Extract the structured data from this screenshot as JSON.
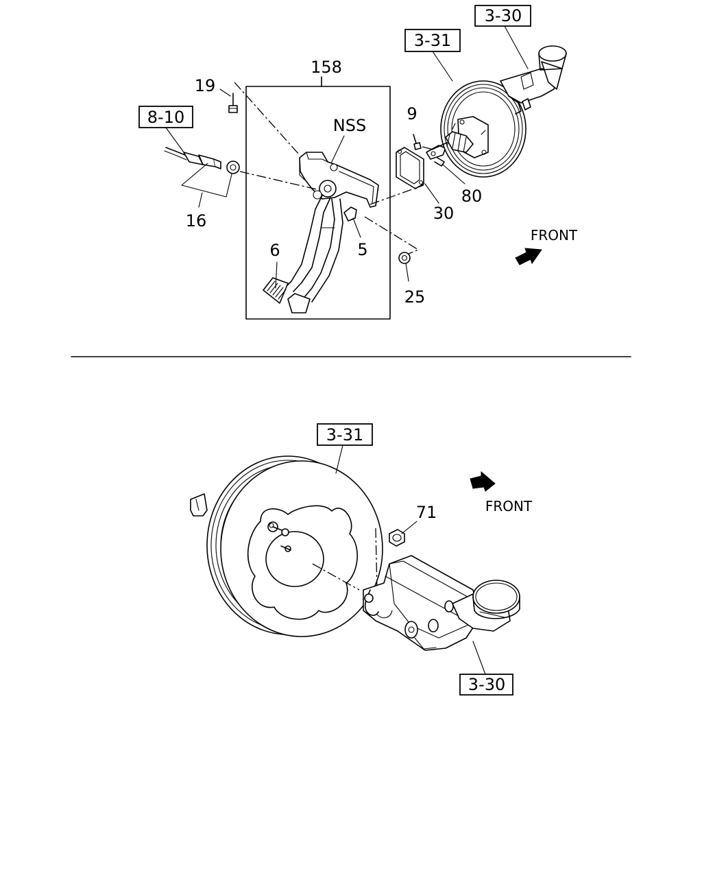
{
  "top_diagram": {
    "refs": {
      "r330": "3-30",
      "r331": "3-31",
      "r810": "8-10"
    },
    "parts": {
      "p158": "158",
      "p19": "19",
      "p9": "9",
      "nss": "NSS",
      "p80": "80",
      "p30": "30",
      "p16": "16",
      "p5": "5",
      "p6": "6",
      "p25": "25"
    },
    "front_label": "FRONT"
  },
  "bottom_diagram": {
    "refs": {
      "r331": "3-31",
      "r330": "3-30"
    },
    "parts": {
      "p71": "71"
    },
    "front_label": "FRONT"
  },
  "icons": [
    "arrow-front-icon",
    "arrow-front-icon"
  ]
}
